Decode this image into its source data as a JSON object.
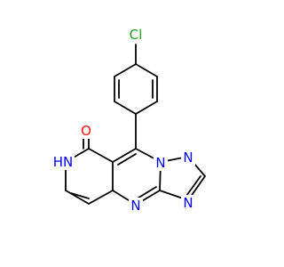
{
  "molecule": {
    "atoms": [
      {
        "id": "cl",
        "label": "Cl",
        "color": "#1fa11f"
      },
      {
        "id": "o",
        "label": "O",
        "color": "#ff0d0d"
      },
      {
        "id": "nh",
        "label": "HN",
        "color": "#0000ff"
      },
      {
        "id": "n1",
        "label": "N",
        "color": "#0000ff"
      },
      {
        "id": "n2",
        "label": "N",
        "color": "#0000ff"
      },
      {
        "id": "n3",
        "label": "N",
        "color": "#0000ff"
      },
      {
        "id": "n4",
        "label": "N",
        "color": "#0000ff"
      }
    ]
  }
}
